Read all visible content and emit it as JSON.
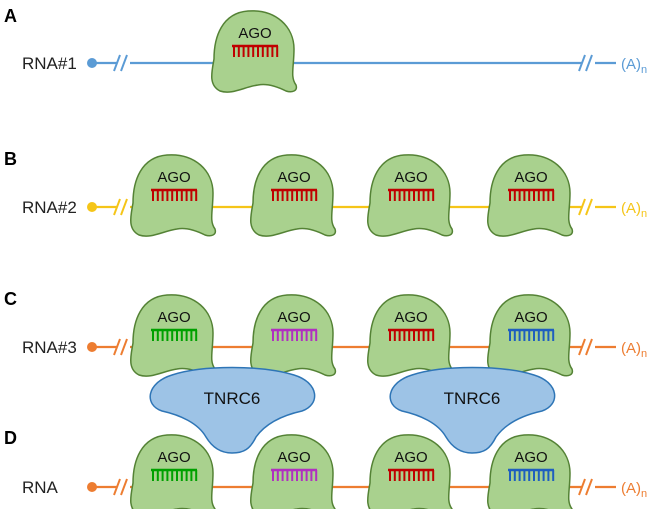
{
  "colors": {
    "blue": "#5b9bd5",
    "yellow": "#f5c518",
    "orange": "#ed7d31",
    "ago_fill": "#a9d18e",
    "ago_stroke": "#548235",
    "tnrc_fill": "#9dc3e6",
    "tnrc_stroke": "#2e75b6",
    "red": "#c00000",
    "green": "#00a000",
    "magenta": "#b030c0",
    "dark_blue": "#1f5fbf"
  },
  "panels": [
    {
      "letter": "A",
      "rna_label": "RNA#1",
      "line_color": "#5b9bd5",
      "polya": "(A)",
      "polya_sub": "n",
      "agos": [
        {
          "label": "AGO",
          "comb_color": "#c00000"
        }
      ],
      "tnrc": []
    },
    {
      "letter": "B",
      "rna_label": "RNA#2",
      "line_color": "#f5c518",
      "polya": "(A)",
      "polya_sub": "n",
      "agos": [
        {
          "label": "AGO",
          "comb_color": "#c00000"
        },
        {
          "label": "AGO",
          "comb_color": "#c00000"
        },
        {
          "label": "AGO",
          "comb_color": "#c00000"
        },
        {
          "label": "AGO",
          "comb_color": "#c00000"
        }
      ],
      "tnrc": []
    },
    {
      "letter": "C",
      "rna_label": "RNA#3",
      "line_color": "#ed7d31",
      "polya": "(A)",
      "polya_sub": "n",
      "agos": [
        {
          "label": "AGO",
          "comb_color": "#00a000"
        },
        {
          "label": "AGO",
          "comb_color": "#b030c0"
        },
        {
          "label": "AGO",
          "comb_color": "#c00000"
        },
        {
          "label": "AGO",
          "comb_color": "#1f5fbf"
        }
      ],
      "tnrc": []
    },
    {
      "letter": "D",
      "rna_label": "RNA",
      "line_color": "#ed7d31",
      "polya": "(A)",
      "polya_sub": "n",
      "agos": [
        {
          "label": "AGO",
          "comb_color": "#00a000"
        },
        {
          "label": "AGO",
          "comb_color": "#b030c0"
        },
        {
          "label": "AGO",
          "comb_color": "#c00000"
        },
        {
          "label": "AGO",
          "comb_color": "#1f5fbf"
        }
      ],
      "tnrc": [
        {
          "label": "TNRC6"
        },
        {
          "label": "TNRC6"
        }
      ]
    }
  ]
}
